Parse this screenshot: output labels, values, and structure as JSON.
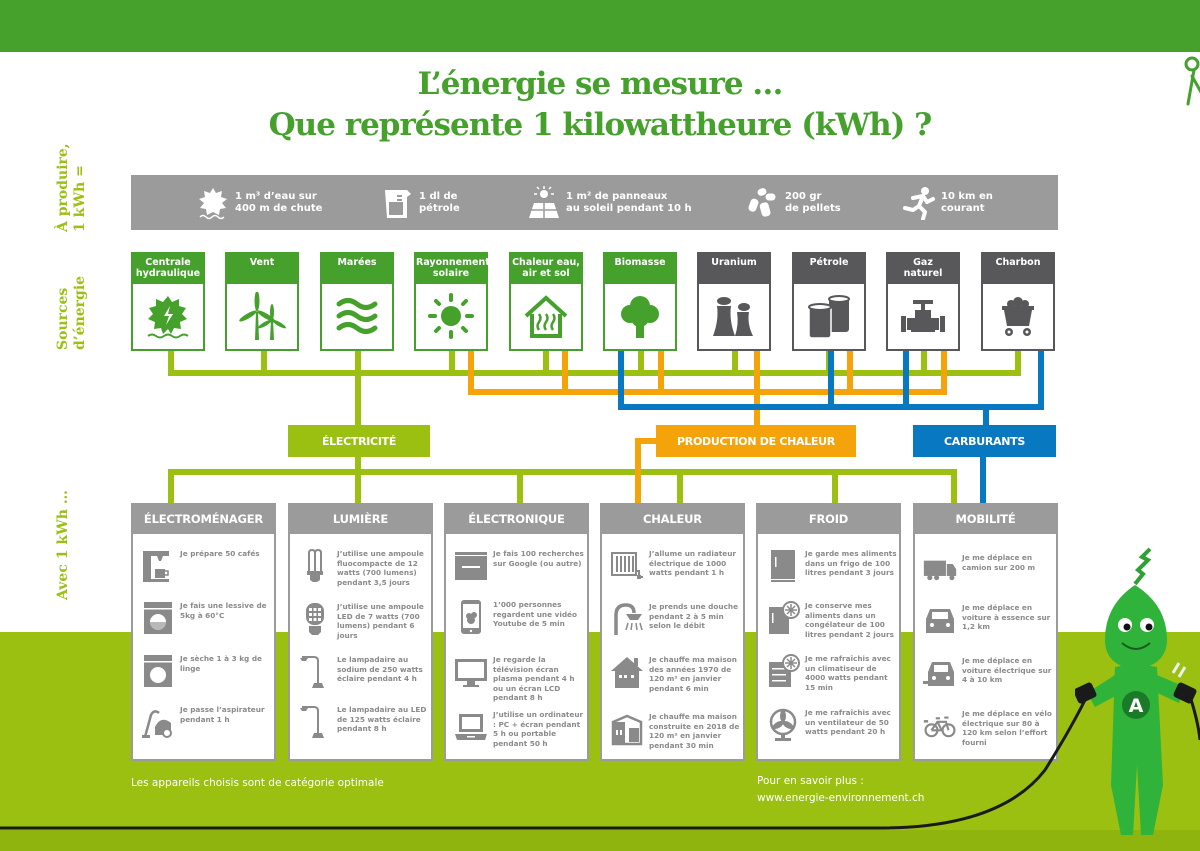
{
  "title": {
    "line1": "L’énergie se mesure …",
    "line2": "Que représente 1 kilowattheure (kWh) ?"
  },
  "side_labels": {
    "produce": "À produire,\n1 kWh =",
    "sources": "Sources\nd’énergie",
    "uses": "Avec 1 kWh …"
  },
  "colors": {
    "brand_green": "#45a12c",
    "lime_green": "#9bc011",
    "orange": "#f4a30b",
    "blue": "#0878c0",
    "grey": "#9b9b9b",
    "dark_grey": "#58585a"
  },
  "produce": [
    {
      "icon": "water-wheel-icon",
      "text": "1 m³ d’eau sur\n400 m de chute"
    },
    {
      "icon": "measuring-jug-icon",
      "text": "1 dl de\npétrole"
    },
    {
      "icon": "solar-panel-icon",
      "text": "1 m² de panneaux\nau soleil pendant 10 h"
    },
    {
      "icon": "pellets-icon",
      "text": "200 gr\nde pellets"
    },
    {
      "icon": "runner-icon",
      "text": "10 km en\ncourant"
    }
  ],
  "sources": [
    {
      "label": "Centrale\nhydraulique",
      "icon": "hydro-turbine-icon",
      "type": "renewable"
    },
    {
      "label": "Vent",
      "icon": "wind-turbine-icon",
      "type": "renewable"
    },
    {
      "label": "Marées",
      "icon": "waves-icon",
      "type": "renewable"
    },
    {
      "label": "Rayonnement\nsolaire",
      "icon": "sun-icon",
      "type": "renewable"
    },
    {
      "label": "Chaleur eau,\nair et sol",
      "icon": "heat-house-icon",
      "type": "renewable"
    },
    {
      "label": "Biomasse",
      "icon": "tree-icon",
      "type": "renewable"
    },
    {
      "label": "Uranium",
      "icon": "cooling-tower-icon",
      "type": "non-renewable"
    },
    {
      "label": "Pétrole",
      "icon": "oil-barrels-icon",
      "type": "non-renewable"
    },
    {
      "label": "Gaz\nnaturel",
      "icon": "gas-valve-icon",
      "type": "non-renewable"
    },
    {
      "label": "Charbon",
      "icon": "coal-cart-icon",
      "type": "non-renewable"
    }
  ],
  "carriers": {
    "electricity": "ÉLECTRICITÉ",
    "heat": "PRODUCTION DE CHALEUR",
    "fuels": "CARBURANTS"
  },
  "uses": [
    {
      "title": "ÉLECTROMÉNAGER",
      "items": [
        {
          "icon": "coffee-machine-icon",
          "text": "Je prépare 50 cafés"
        },
        {
          "icon": "washing-machine-icon",
          "text": "Je fais une lessive de 5kg à 60°C"
        },
        {
          "icon": "dryer-icon",
          "text": "Je sèche 1 à 3 kg de linge"
        },
        {
          "icon": "vacuum-cleaner-icon",
          "text": "Je passe l’aspirateur pendant 1 h"
        }
      ]
    },
    {
      "title": "LUMIÈRE",
      "items": [
        {
          "icon": "cfl-bulb-icon",
          "text": "J’utilise une ampoule fluocompacte de 12 watts (700 lumens) pendant 3,5 jours"
        },
        {
          "icon": "led-bulb-icon",
          "text": "J’utilise une ampoule LED de 7 watts (700 lumens) pendant 6 jours"
        },
        {
          "icon": "street-lamp-icon",
          "text": "Le lampadaire au sodium de 250 watts éclaire pendant 4 h"
        },
        {
          "icon": "street-lamp-led-icon",
          "text": "Le lampadaire au LED de 125 watts éclaire pendant 8 h"
        }
      ]
    },
    {
      "title": "ÉLECTRONIQUE",
      "items": [
        {
          "icon": "search-window-icon",
          "text": "Je fais 100 recherches sur Google (ou autre)"
        },
        {
          "icon": "smartphone-icon",
          "text": "1’000 personnes regardent une vidéo Youtube de 5 min"
        },
        {
          "icon": "tv-icon",
          "text": "Je regarde la télévision écran plasma pendant 4 h ou un écran LCD pendant 8 h"
        },
        {
          "icon": "laptop-icon",
          "text": "J’utilise un ordinateur : PC + écran pendant 5 h ou portable pendant 50 h"
        }
      ]
    },
    {
      "title": "CHALEUR",
      "items": [
        {
          "icon": "radiator-icon",
          "text": "J’allume un radiateur électrique de 1000 watts pendant 1 h"
        },
        {
          "icon": "shower-icon",
          "text": "Je prends une douche pendant 2 à 5 min selon le débit"
        },
        {
          "icon": "old-house-icon",
          "text": "Je chauffe ma maison des années 1970 de 120 m² en janvier pendant 6 min"
        },
        {
          "icon": "modern-house-icon",
          "text": "Je chauffe ma maison construite en 2018 de 120 m² en janvier pendant 30 min"
        }
      ]
    },
    {
      "title": "FROID",
      "items": [
        {
          "icon": "fridge-icon",
          "text": "Je garde mes aliments dans un frigo de 100 litres pendant 3 jours"
        },
        {
          "icon": "freezer-icon",
          "text": "Je conserve mes aliments dans un congélateur de 100 litres pendant 2 jours"
        },
        {
          "icon": "air-conditioner-icon",
          "text": "Je me rafraîchis avec un climatiseur de 4000 watts pendant 15 min"
        },
        {
          "icon": "fan-icon",
          "text": "Je me rafraîchis avec un ventilateur de 50 watts pendant 20 h"
        }
      ]
    },
    {
      "title": "MOBILITÉ",
      "items": [
        {
          "icon": "truck-icon",
          "text": "Je me déplace en camion sur 200 m"
        },
        {
          "icon": "car-icon",
          "text": "Je me déplace en voiture à essence sur 1,2 km"
        },
        {
          "icon": "electric-car-icon",
          "text": "Je me déplace en voiture électrique sur 4 à 10 km"
        },
        {
          "icon": "ebike-icon",
          "text": "Je me déplace en vélo électrique sur 80 à 120 km selon l’effort fourni"
        }
      ]
    }
  ],
  "footer": {
    "note": "Les appareils choisis sont de catégorie optimale",
    "more_label": "Pour en savoir plus :",
    "more_link": "www.energie-environnement.ch"
  },
  "mascot": {
    "badge_letter": "A"
  }
}
